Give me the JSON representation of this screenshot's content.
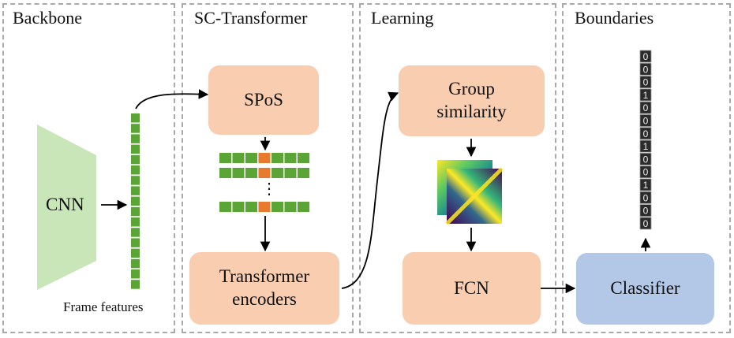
{
  "panels": [
    {
      "title": "Backbone"
    },
    {
      "title": "SC-Transformer"
    },
    {
      "title": "Learning"
    },
    {
      "title": "Boundaries"
    }
  ],
  "backbone": {
    "cnn_label": "CNN",
    "features_label": "Frame features"
  },
  "sc_transformer": {
    "spos_label": "SPoS",
    "encoder_label": "Transformer encoders",
    "ellipsis": "⋮"
  },
  "learning": {
    "group_label": "Group similarity",
    "fcn_label": "FCN"
  },
  "boundaries": {
    "classifier_label": "Classifier",
    "bits": [
      "0",
      "0",
      "0",
      "1",
      "0",
      "0",
      "0",
      "1",
      "0",
      "0",
      "1",
      "0",
      "0",
      "0"
    ]
  },
  "colors": {
    "box_orange": "#f8cdb0",
    "box_blue": "#b3c7e6",
    "feature_green": "#5aa536",
    "highlight_orange": "#e87a2e",
    "cnn_green": "#c8e6b8",
    "panel_border": "#a9a9a9"
  }
}
